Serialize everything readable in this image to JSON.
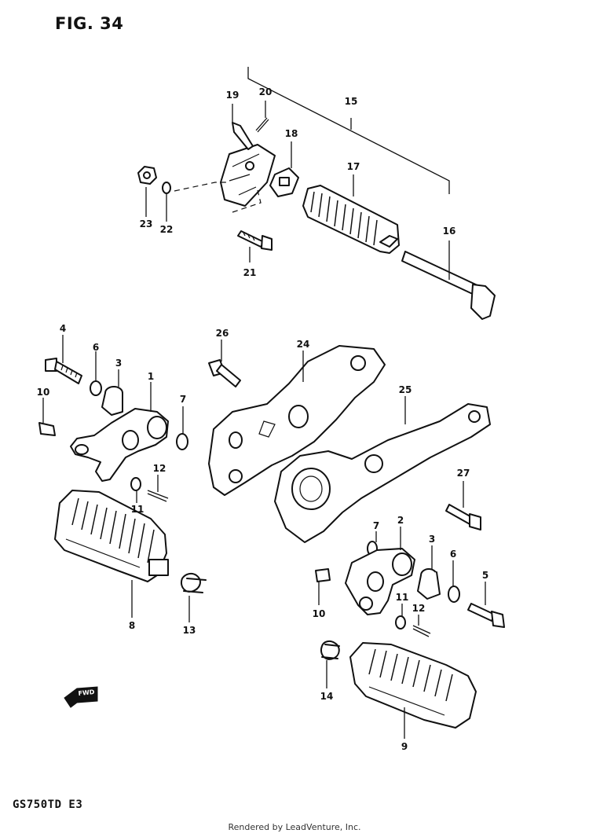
{
  "figure": {
    "title": "FIG. 34",
    "model_code": "GS750TD  E3",
    "credit": "Rendered by LeadVenture, Inc."
  },
  "callouts": {
    "c1": "1",
    "c2": "2",
    "c3a": "3",
    "c3b": "3",
    "c4": "4",
    "c5": "5",
    "c6a": "6",
    "c6b": "6",
    "c7a": "7",
    "c7b": "7",
    "c8": "8",
    "c9": "9",
    "c10a": "10",
    "c10b": "10",
    "c11a": "11",
    "c11b": "11",
    "c12a": "12",
    "c12b": "12",
    "c13": "13",
    "c14": "14",
    "c15": "15",
    "c16": "16",
    "c17": "17",
    "c18": "18",
    "c19": "19",
    "c20": "20",
    "c21": "21",
    "c22": "22",
    "c23": "23",
    "c24": "24",
    "c25": "25",
    "c26": "26",
    "c27": "27"
  },
  "direction_marker": {
    "text": "FWD",
    "icon": "forward-arrow-icon"
  }
}
